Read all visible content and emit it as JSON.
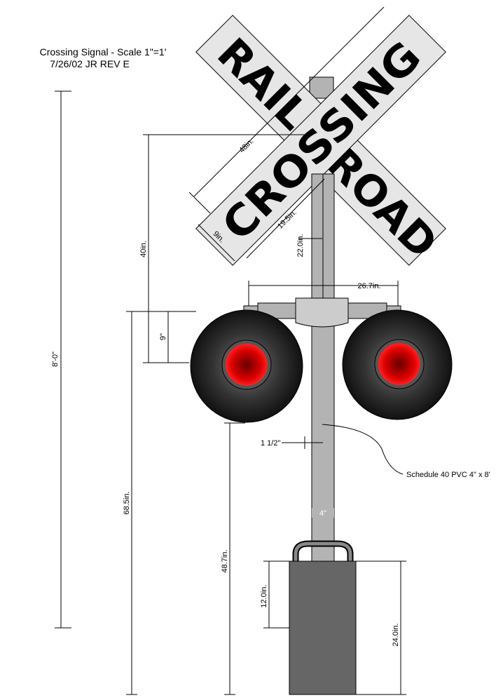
{
  "title": {
    "line1": "Crossing Signal - Scale 1\"=1'",
    "line2": "7/26/02 JR   REV E"
  },
  "sign": {
    "word_rail": "RAIL",
    "word_road": "ROAD",
    "word_crossing": "CROSSING"
  },
  "dimensions": {
    "board_length": "48in.",
    "board_width": "9in.",
    "half_length": "19.5in.",
    "pole_top": "22.0in.",
    "arm_span": "26.7in.",
    "sign_height": "40in.",
    "light_offset": "9\"",
    "overall_height": "8'-0\"",
    "light_height": "68.5in.",
    "light_bottom": "48.7in.",
    "pole_offset": "1 1/2\"",
    "pole_diameter": "4\"",
    "base_handle": "12.0in.",
    "base_height": "24.0in."
  },
  "callout": "Schedule 40 PVC 4\" x 8'",
  "colors": {
    "board": "#e6e6e6",
    "pole": "#b3b3b3",
    "lens": "#e00000",
    "base": "#666666"
  }
}
